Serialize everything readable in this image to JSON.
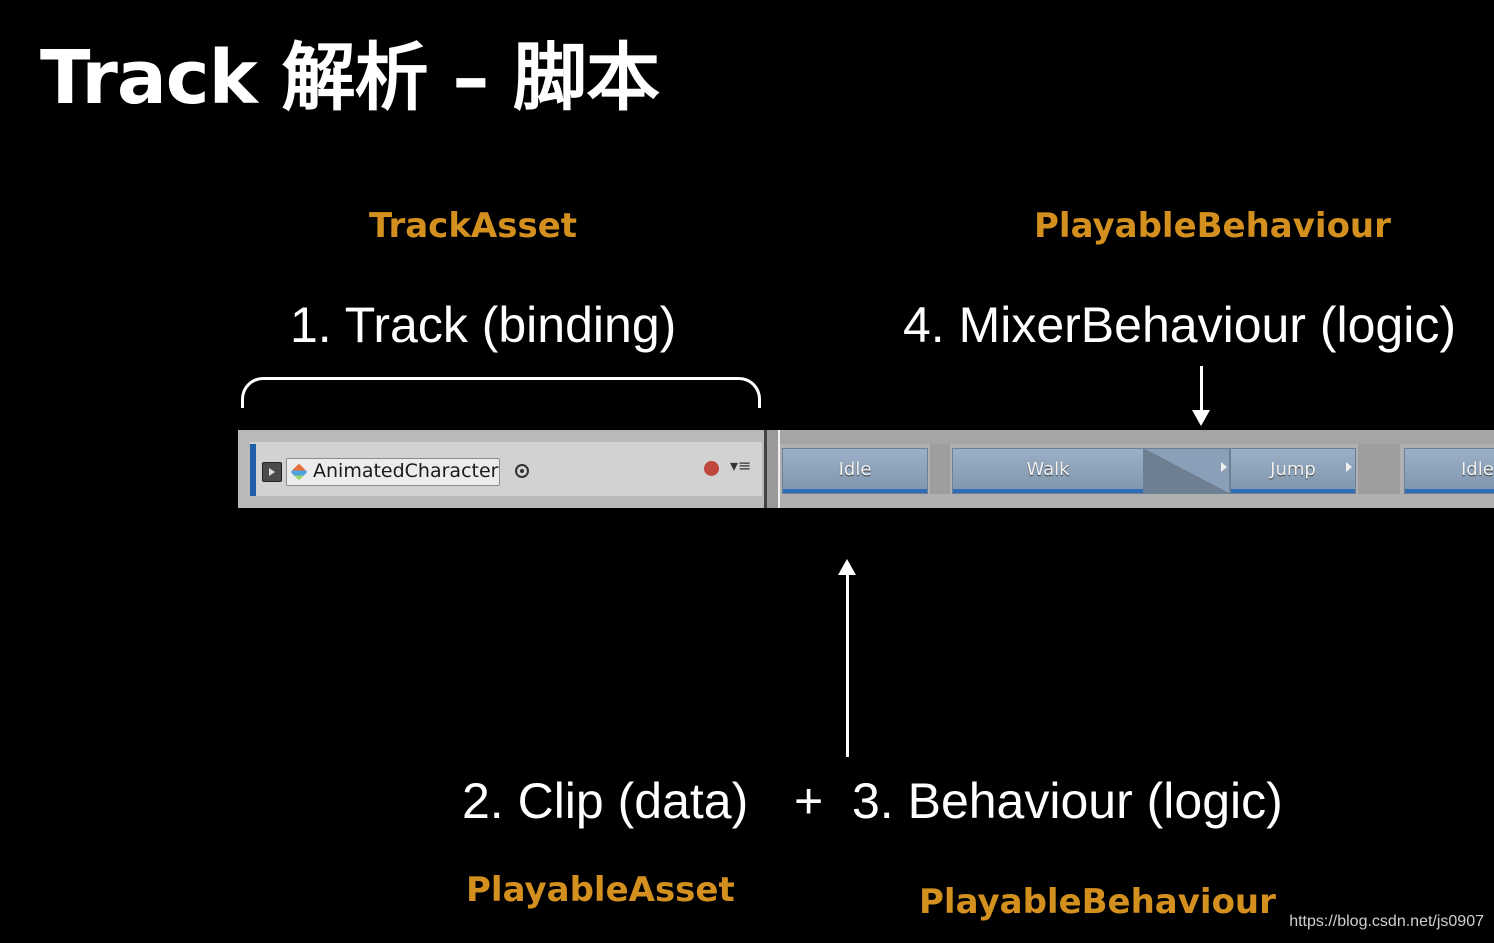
{
  "title": "Track 解析 – 脚本",
  "labels": {
    "track_asset": "TrackAsset",
    "playable_behaviour_top": "PlayableBehaviour",
    "track_binding": "1. Track (binding)",
    "mixer_behaviour": "4. MixerBehaviour (logic)",
    "clip_data": "2. Clip (data)",
    "plus": "+",
    "behaviour_logic": "3. Behaviour (logic)",
    "playable_asset": "PlayableAsset",
    "playable_behaviour_bottom": "PlayableBehaviour"
  },
  "track": {
    "object_name": "AnimatedCharacter",
    "clips": [
      "Idle",
      "Walk",
      "Jump",
      "Idle"
    ]
  },
  "colors": {
    "background": "#000000",
    "accent": "#d4901e",
    "clip": "#8da2ba",
    "clip_underline": "#2f6db4",
    "record": "#c0473d"
  },
  "watermark": "https://blog.csdn.net/js0907"
}
